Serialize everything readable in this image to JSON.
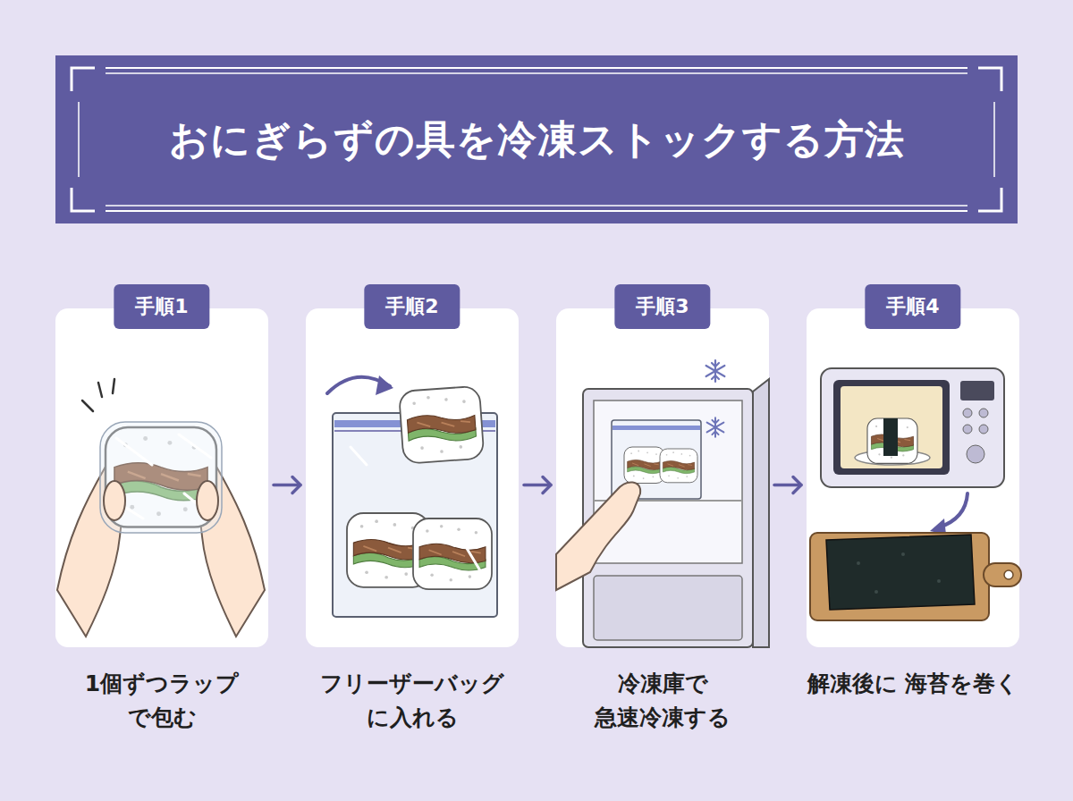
{
  "diagram": {
    "title": "おにぎらずの具を冷凍ストックする方法",
    "nodes": [
      {
        "text": [
          "手順1",
          "1個ずつラップ で包む"
        ]
      },
      {
        "text": [
          "手順2",
          "フリーザーバッグ に入れる"
        ]
      },
      {
        "text": [
          "手順3",
          "冷凍庫で 急速冷凍する"
        ]
      },
      {
        "text": [
          "手順4",
          "解凍後に 海苔を巻く"
        ]
      }
    ],
    "edges": [
      {
        "from": 0,
        "to": 1,
        "arrow": "to"
      },
      {
        "from": 1,
        "to": 2,
        "arrow": "to"
      },
      {
        "from": 2,
        "to": 3,
        "arrow": "to"
      }
    ]
  }
}
